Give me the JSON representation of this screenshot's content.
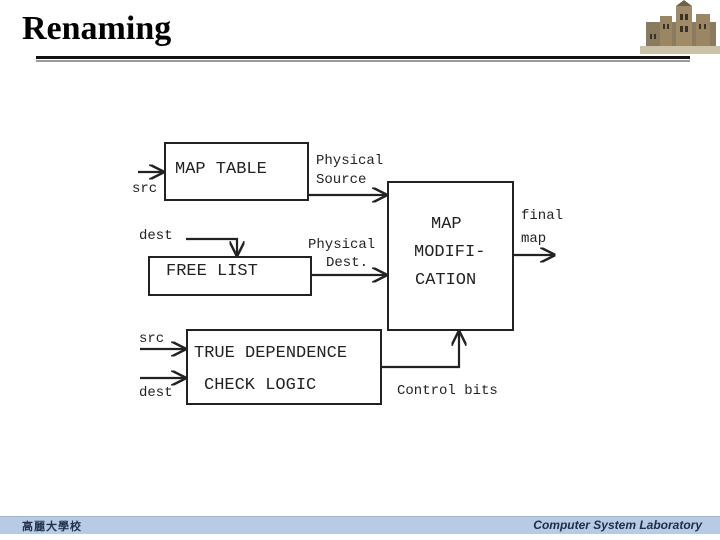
{
  "title": "Renaming",
  "diagram": {
    "map_table": "MAP TABLE",
    "free_list": "FREE LIST",
    "true_dependence_line1": "TRUE DEPENDENCE",
    "true_dependence_line2": "CHECK LOGIC",
    "map_modification_line1": "MAP",
    "map_modification_line2": "MODIFI-",
    "map_modification_line3": "CATION",
    "src_label_top": "src",
    "dest_label_mid": "dest",
    "src_label_bottom": "src",
    "dest_label_bottom": "dest",
    "physical_source_line1": "Physical",
    "physical_source_line2": "Source",
    "physical_dest_line1": "Physical",
    "physical_dest_line2": "Dest.",
    "final_map_line1": "final",
    "final_map_line2": "map",
    "control_bits": "Control bits"
  },
  "footer": {
    "left_text": "高麗大學校",
    "right_text": "Computer System Laboratory"
  },
  "colors": {
    "footer_band": "#b7cbe4",
    "ink": "#222222"
  }
}
